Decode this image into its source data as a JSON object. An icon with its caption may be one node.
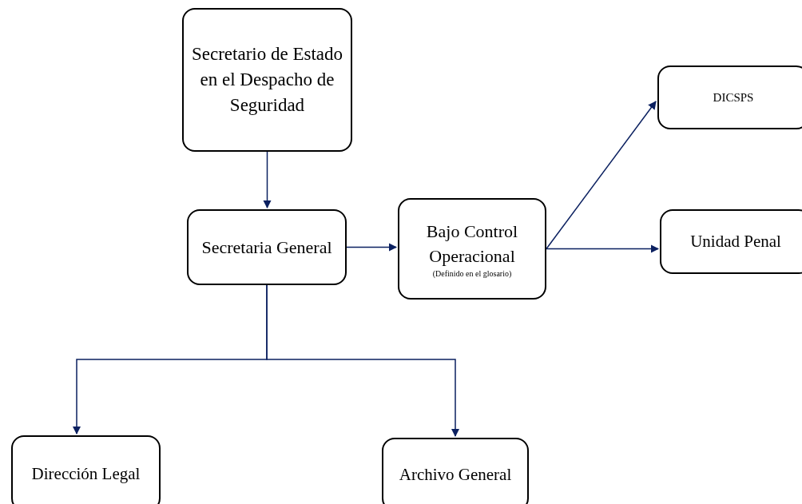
{
  "diagram": {
    "nodes": [
      {
        "text": [
          "Secretario de Estado en el Despacho de Seguridad"
        ]
      },
      {
        "text": [
          "Secretaria General"
        ]
      },
      {
        "text": [
          "Bajo Control Operacional",
          "(Definido en el glosario)"
        ]
      },
      {
        "text": [
          "DICSPS"
        ]
      },
      {
        "text": [
          "Unidad Penal"
        ]
      },
      {
        "text": [
          "Dirección Legal"
        ]
      },
      {
        "text": [
          "Archivo General"
        ]
      }
    ],
    "edges": [
      {
        "from": 0,
        "to": 1,
        "arrow": "to"
      },
      {
        "from": 1,
        "to": 2,
        "arrow": "to"
      },
      {
        "from": 2,
        "to": 3,
        "arrow": "to"
      },
      {
        "from": 2,
        "to": 4,
        "arrow": "to"
      },
      {
        "from": 1,
        "to": 5,
        "arrow": "to"
      },
      {
        "from": 1,
        "to": 6,
        "arrow": "to"
      }
    ]
  }
}
